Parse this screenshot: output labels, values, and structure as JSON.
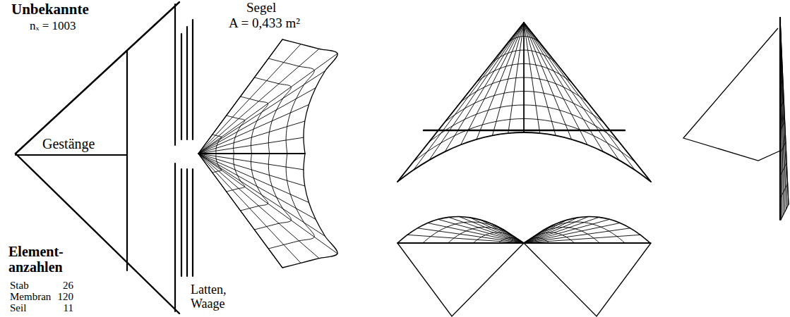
{
  "diagram": {
    "labels": [
      "Unbekannte",
      "nₓ = 1003",
      "Gestänge",
      "Segel",
      "A = 0,433 m²",
      "Element- anzahlen",
      "Stab",
      "26",
      "Membran",
      "120",
      "Seil",
      "11",
      "Latten, Waage"
    ]
  }
}
